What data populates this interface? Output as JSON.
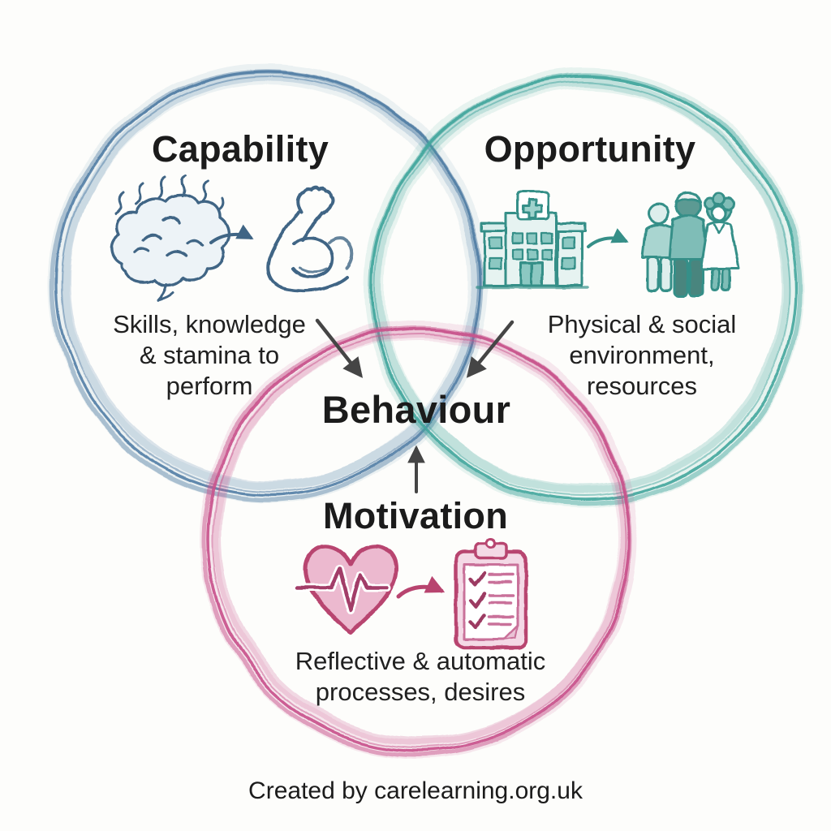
{
  "diagram": {
    "type": "venn",
    "center_label": "Behaviour",
    "attribution": "Created by carelearning.org.uk"
  },
  "circles": [
    {
      "id": "capability",
      "label": "Capability",
      "description": "Skills, knowledge & stamina to perform",
      "desc_lines": [
        "Skills, knowledge",
        "& stamina to",
        "perform"
      ],
      "color": "#4d7ba3",
      "icons": [
        "brain-icon",
        "flexed-arm-icon"
      ]
    },
    {
      "id": "opportunity",
      "label": "Opportunity",
      "description": "Physical & social environment, resources",
      "desc_lines": [
        "Physical & social",
        "environment,",
        "resources"
      ],
      "color": "#42a69d",
      "icons": [
        "hospital-icon",
        "people-group-icon"
      ]
    },
    {
      "id": "motivation",
      "label": "Motivation",
      "description": "Reflective & automatic processes, desires",
      "desc_lines": [
        "Reflective & automatic",
        "processes, desires"
      ],
      "color": "#c8548c",
      "icons": [
        "heart-pulse-icon",
        "checklist-clipboard-icon"
      ]
    }
  ],
  "flows": [
    {
      "from": "Capability",
      "to": "Behaviour"
    },
    {
      "from": "Opportunity",
      "to": "Behaviour"
    },
    {
      "from": "Motivation",
      "to": "Behaviour"
    }
  ],
  "colors": {
    "capability": "#4d7ba3",
    "capability_dark": "#3f6585",
    "opportunity": "#42a69d",
    "opportunity_dark": "#368f88",
    "motivation": "#c8548c",
    "motivation_dark": "#b8446f",
    "arrow": "#454545",
    "text": "#1b1b1b",
    "background": "#fdfdfb"
  }
}
